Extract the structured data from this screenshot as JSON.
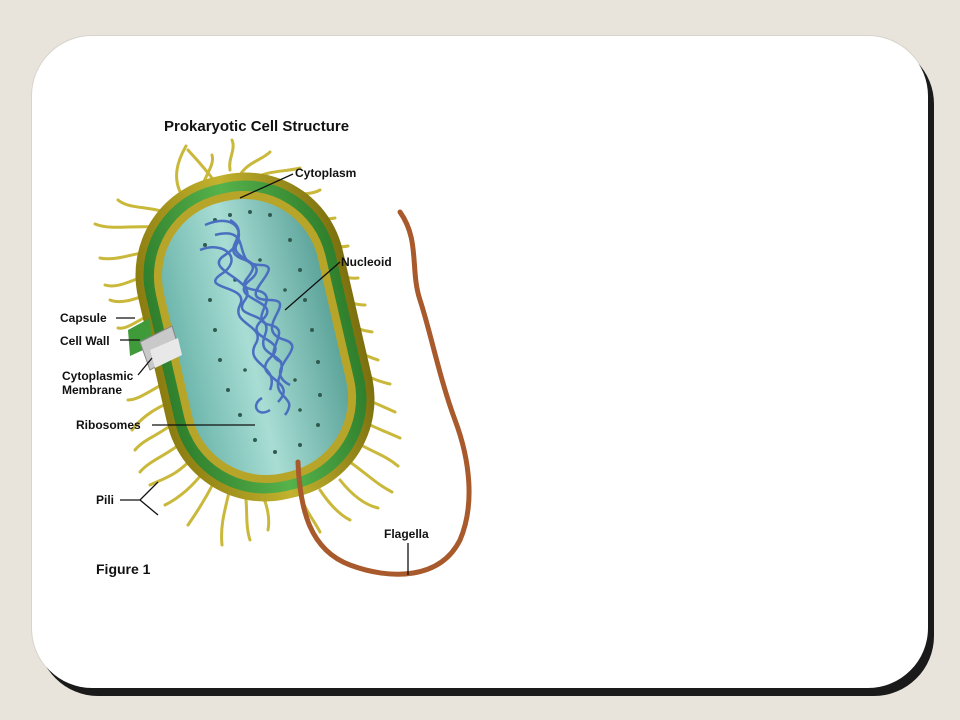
{
  "title": "Prokaryotic Cell Structure",
  "labels": {
    "cytoplasm": "Cytoplasm",
    "nucleoid": "Nucleoid",
    "capsule": "Capsule",
    "cell_wall": "Cell Wall",
    "cytoplasmic_membrane_line1": "Cytoplasmic",
    "cytoplasmic_membrane_line2": "Membrane",
    "ribosomes": "Ribosomes",
    "pili": "Pili",
    "flagella": "Flagella"
  },
  "figure_label": "Figure 1",
  "colors": {
    "background": "#e8e4dc",
    "card": "#ffffff",
    "capsule": "#a89a1c",
    "cell_wall": "#3f9b3a",
    "cytoplasm": "#8fcdc4",
    "nucleoid": "#4a6fc0",
    "pili": "#c9b83a",
    "flagella": "#a85a2c"
  }
}
